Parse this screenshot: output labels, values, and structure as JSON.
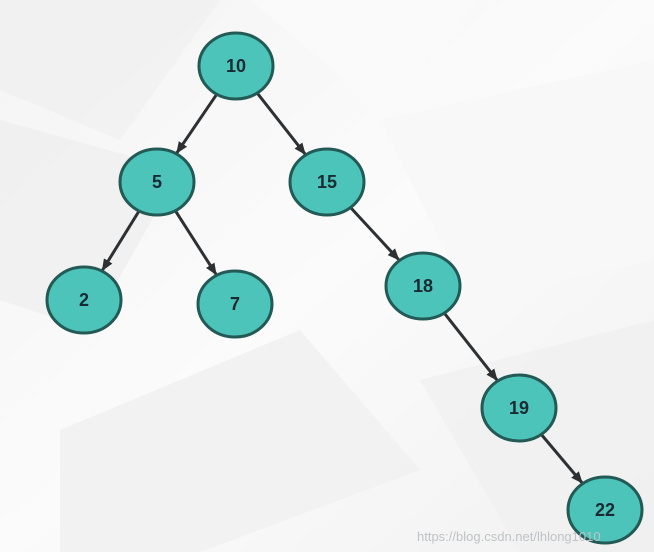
{
  "tree": {
    "nodes": [
      {
        "id": "n10",
        "label": "10"
      },
      {
        "id": "n5",
        "label": "5"
      },
      {
        "id": "n15",
        "label": "15"
      },
      {
        "id": "n2",
        "label": "2"
      },
      {
        "id": "n7",
        "label": "7"
      },
      {
        "id": "n18",
        "label": "18"
      },
      {
        "id": "n19",
        "label": "19"
      },
      {
        "id": "n22",
        "label": "22"
      }
    ],
    "edges": [
      {
        "from": "n10",
        "to": "n5"
      },
      {
        "from": "n10",
        "to": "n15"
      },
      {
        "from": "n5",
        "to": "n2"
      },
      {
        "from": "n5",
        "to": "n7"
      },
      {
        "from": "n15",
        "to": "n18"
      },
      {
        "from": "n18",
        "to": "n19"
      },
      {
        "from": "n19",
        "to": "n22"
      }
    ]
  },
  "colors": {
    "node_fill": "#4cc4b9",
    "node_stroke": "#235a56",
    "edge": "#2e3133"
  },
  "watermark": "https://blog.csdn.net/lhlong1010"
}
